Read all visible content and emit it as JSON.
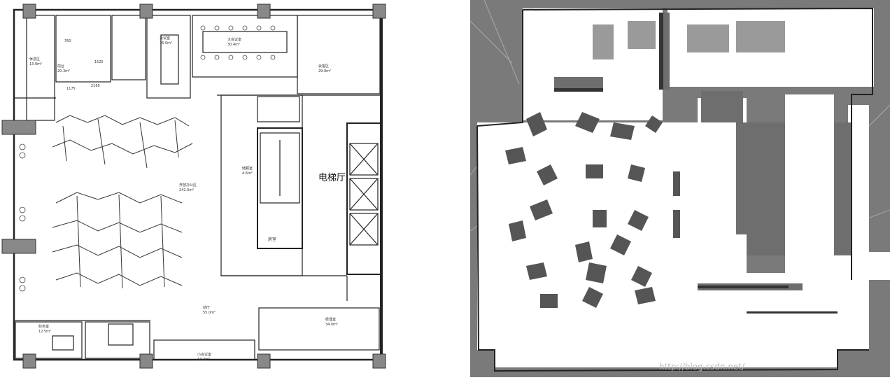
{
  "floor_plan": {
    "elevator_hall": "电梯厅",
    "room_label": "房室",
    "rooms": [
      {
        "name": "会议室",
        "area": "16.0m²"
      },
      {
        "name": "大会议室",
        "area": "30.4m²"
      },
      {
        "name": "会客区",
        "area": "29.9m²"
      },
      {
        "name": "休息区",
        "area": "13.9m²"
      },
      {
        "name": "前台",
        "area": "20.3m²"
      },
      {
        "name": "开放办公区",
        "area": "242.0m²"
      },
      {
        "name": "储藏室",
        "area": "4.6m²"
      },
      {
        "name": "前厅",
        "area": "55.0m²"
      },
      {
        "name": "财务室",
        "area": "12.5m²"
      },
      {
        "name": "小会议室",
        "area": "14.3m²"
      },
      {
        "name": "经理室",
        "area": "34.0m²"
      }
    ],
    "dimensions": [
      "1525",
      "1175",
      "2160",
      "760"
    ]
  },
  "occupancy_map": {
    "watermark": "http://blog.csdn.net/"
  }
}
